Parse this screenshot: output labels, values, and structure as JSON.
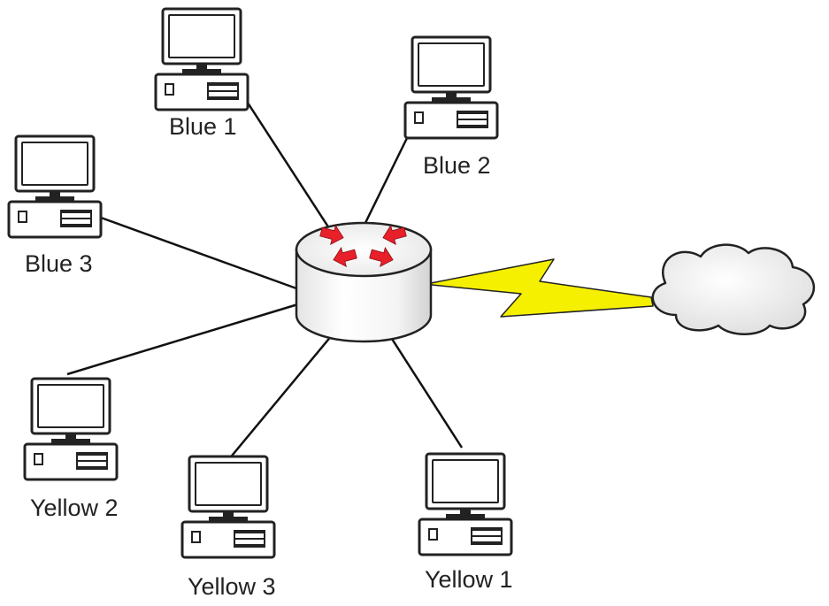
{
  "nodes": {
    "blue1": {
      "label": "Blue 1"
    },
    "blue2": {
      "label": "Blue 2"
    },
    "blue3": {
      "label": "Blue 3"
    },
    "yellow1": {
      "label": "Yellow 1"
    },
    "yellow2": {
      "label": "Yellow 2"
    },
    "yellow3": {
      "label": "Yellow 3"
    }
  },
  "colors": {
    "line": "#111111",
    "router_arrows": "#e8202a",
    "wan_link": "#f5f000",
    "cloud": "#f2f2f2"
  }
}
